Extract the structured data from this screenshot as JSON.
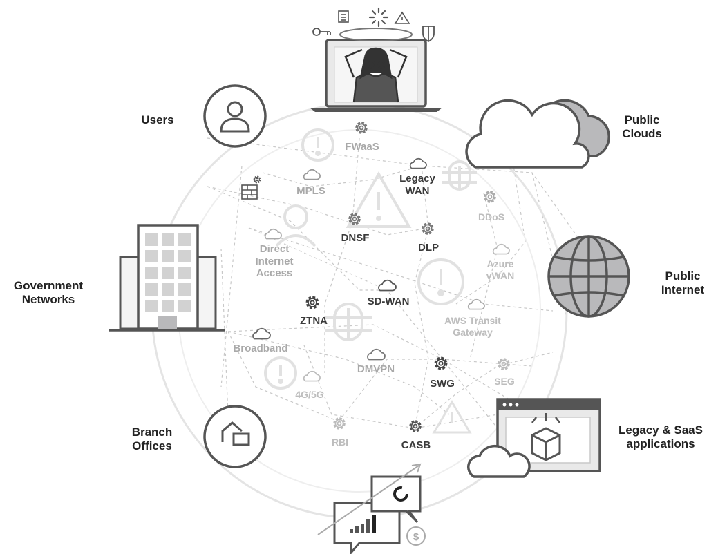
{
  "outer_labels": {
    "users": "Users",
    "public_clouds": "Public\nClouds",
    "government_networks": "Government\nNetworks",
    "public_internet": "Public\nInternet",
    "branch_offices": "Branch\nOffices",
    "legacy_saas": "Legacy & SaaS\napplications"
  },
  "service_labels": {
    "fwaas": "FWaaS",
    "mpls": "MPLS",
    "legacy_wan": "Legacy\nWAN",
    "ddos": "DDoS",
    "dnsf": "DNSF",
    "dlp": "DLP",
    "direct_internet_access": "Direct\nInternet\nAccess",
    "azure_vwan": "Azure\nvWAN",
    "sd_wan": "SD-WAN",
    "ztna": "ZTNA",
    "aws_transit_gateway": "AWS Transit\nGateway",
    "broadband": "Broadband",
    "dmvpn": "DMVPN",
    "swg": "SWG",
    "seg": "SEG",
    "four_g_five_g": "4G/5G",
    "rbi": "RBI",
    "casb": "CASB"
  },
  "icons": [
    "person-icon",
    "cloud-icon",
    "building-icon",
    "globe-icon",
    "home-laptop-icon",
    "browser-window-icon",
    "laptop-icon",
    "gear-icon",
    "warning-icon",
    "bug-icon",
    "firewall-icon",
    "hacker-icon",
    "chat-bubble-icon",
    "dollar-icon",
    "key-icon",
    "shield-icon"
  ],
  "colors": {
    "dark": "#3a3a3a",
    "mid": "#777777",
    "light": "#bdbdbd",
    "accent_fill": "#b9b9bb"
  }
}
